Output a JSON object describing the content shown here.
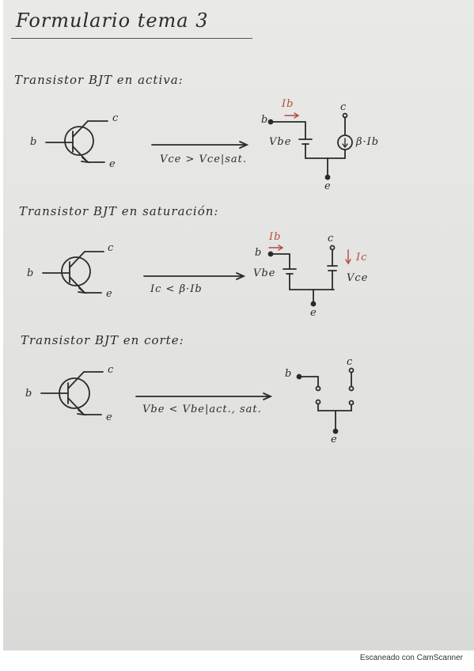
{
  "document": {
    "title": "Formulario tema 3",
    "sections": [
      {
        "heading": "Transistor BJT en activa:",
        "terminals": {
          "b": "b",
          "c": "c",
          "e": "e"
        },
        "condition": "Vce > Vce|sat.",
        "model": {
          "b": "b",
          "c": "c",
          "e": "e",
          "ib": "Ib",
          "vbe": "Vbe",
          "source": "β·Ib"
        }
      },
      {
        "heading": "Transistor BJT en saturación:",
        "terminals": {
          "b": "b",
          "c": "c",
          "e": "e"
        },
        "condition": "Ic < β·Ib",
        "model": {
          "b": "b",
          "c": "c",
          "e": "e",
          "ib": "Ib",
          "ic": "Ic",
          "vbe": "Vbe",
          "vce": "Vce"
        }
      },
      {
        "heading": "Transistor BJT en corte:",
        "terminals": {
          "b": "b",
          "c": "c",
          "e": "e"
        },
        "condition": "Vbe < Vbe|act., sat.",
        "model": {
          "b": "b",
          "c": "c",
          "e": "e"
        }
      }
    ]
  },
  "footer": {
    "text": "Escaneado con CamScanner"
  },
  "colors": {
    "ink": "#2a2a2a",
    "red_ink": "#b44a3c",
    "paper": "#e6e6e4"
  }
}
